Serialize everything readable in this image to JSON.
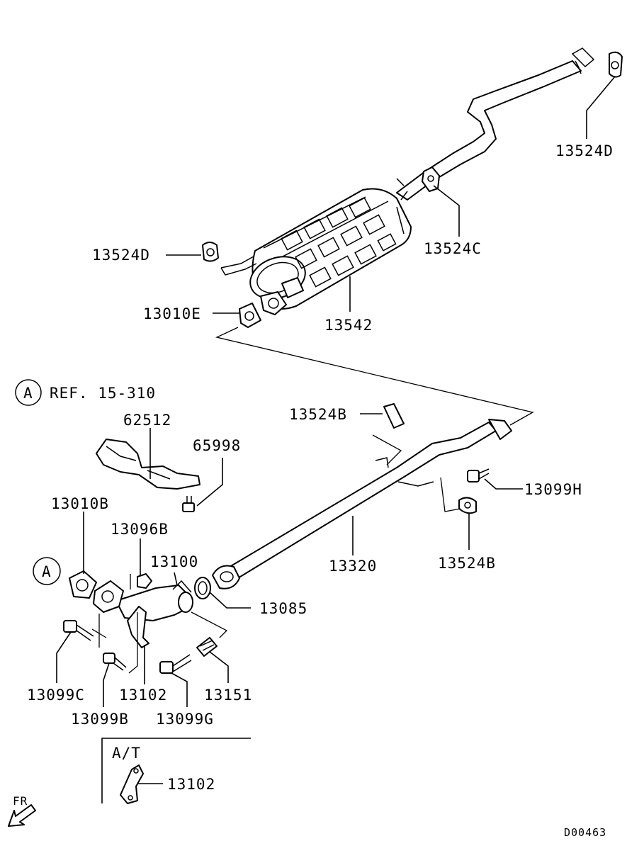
{
  "callouts": {
    "c_13524D_top": "13524D",
    "c_13524D_left": "13524D",
    "c_13524C": "13524C",
    "c_13542": "13542",
    "c_13010E": "13010E",
    "c_13524B_top": "13524B",
    "c_13524B_bottom": "13524B",
    "c_13099H": "13099H",
    "c_13320": "13320",
    "c_62512": "62512",
    "c_65998": "65998",
    "c_13010B": "13010B",
    "c_13096B": "13096B",
    "c_13100": "13100",
    "c_13085": "13085",
    "c_13099C": "13099C",
    "c_13099B": "13099B",
    "c_13102": "13102",
    "c_13099G": "13099G",
    "c_13151": "13151",
    "c_13102_at": "13102"
  },
  "reference": {
    "marker": "A",
    "text": "REF. 15-310"
  },
  "marker_a": "A",
  "inset": {
    "title": "A/T"
  },
  "direction": {
    "label": "FR",
    "icon": "arrow-front-icon"
  },
  "diagram_code": "D00463"
}
